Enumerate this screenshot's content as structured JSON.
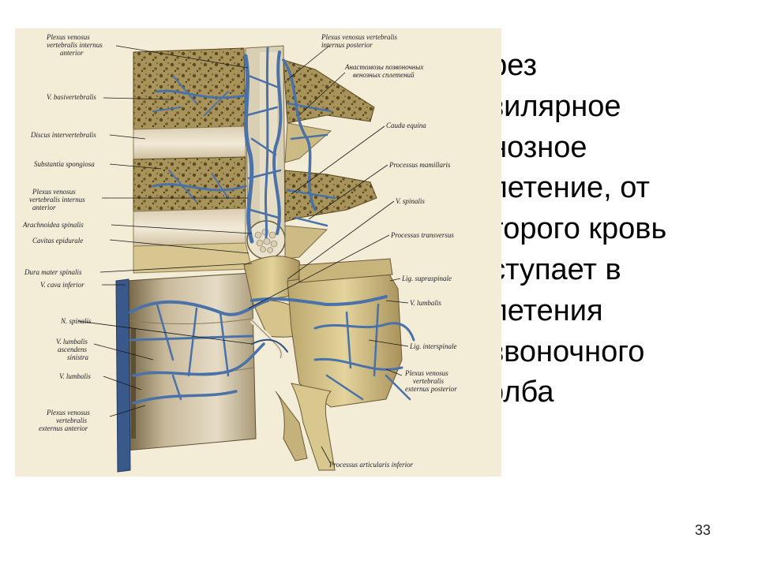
{
  "slide": {
    "lines": [
      "ерез",
      "азилярное",
      "енозное",
      "плетение, от",
      "оторого кровь",
      "оступает в",
      "плетения",
      "озвоночного",
      "толба"
    ],
    "page_number": "33"
  },
  "figure": {
    "labels_left": [
      "Plexus venosus",
      "vertebralis internus",
      "anterior",
      "V. basivertebralis",
      "Discus intervertebralis",
      "Substantia spongiosa",
      "Plexus venosus",
      "vertebralis internus",
      "anterior",
      "Arachnoidea spinalis",
      "Cavitas epidurale",
      "Dura mater spinalis",
      "V. cava inferior",
      "N. spinalis",
      "V. lumbalis",
      "ascendens",
      "sinistra",
      "V. lumbalis",
      "Plexus venosus",
      "vertebralis",
      "externus anterior"
    ],
    "labels_right": [
      "Plexus venosus vertebralis",
      "internus posterior",
      "Анастомозы позвоночных",
      "венозных сплетений",
      "Cauda equina",
      "Processus mamillaris",
      "V. spinalis",
      "Processus transversus",
      "Lig. supraspinale",
      "V. lumbalis",
      "Lig. interspinale",
      "Plexus venosus",
      "vertebralis",
      "externus posterior",
      "Processus articularis inferior"
    ]
  }
}
